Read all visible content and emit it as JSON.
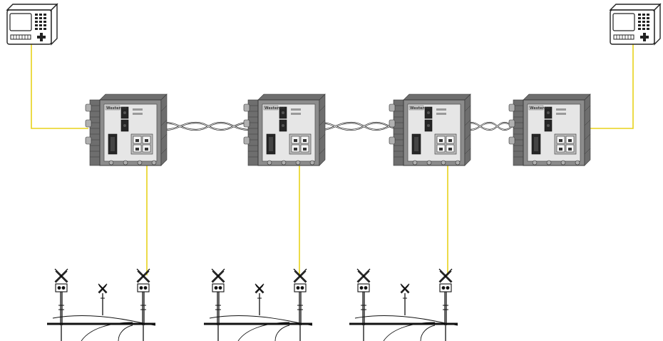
{
  "diagram": {
    "switches": [
      {
        "id": "switch-1",
        "brand": "Westermo"
      },
      {
        "id": "switch-2",
        "brand": "Westermo"
      },
      {
        "id": "switch-3",
        "brand": "Westermo"
      },
      {
        "id": "switch-4",
        "brand": "Westermo"
      }
    ],
    "operator_panels": [
      {
        "id": "operator-panel-left"
      },
      {
        "id": "operator-panel-right"
      }
    ],
    "crossing_sites": [
      {
        "id": "crossing-site-1",
        "connected_switch": "switch-1"
      },
      {
        "id": "crossing-site-2",
        "connected_switch": "switch-2"
      },
      {
        "id": "crossing-site-3",
        "connected_switch": "switch-3"
      }
    ],
    "colors": {
      "copper_link": "#e8d21a",
      "fiber_link": "#1a1a1a",
      "switch_housing": "#8c8c8c"
    }
  }
}
